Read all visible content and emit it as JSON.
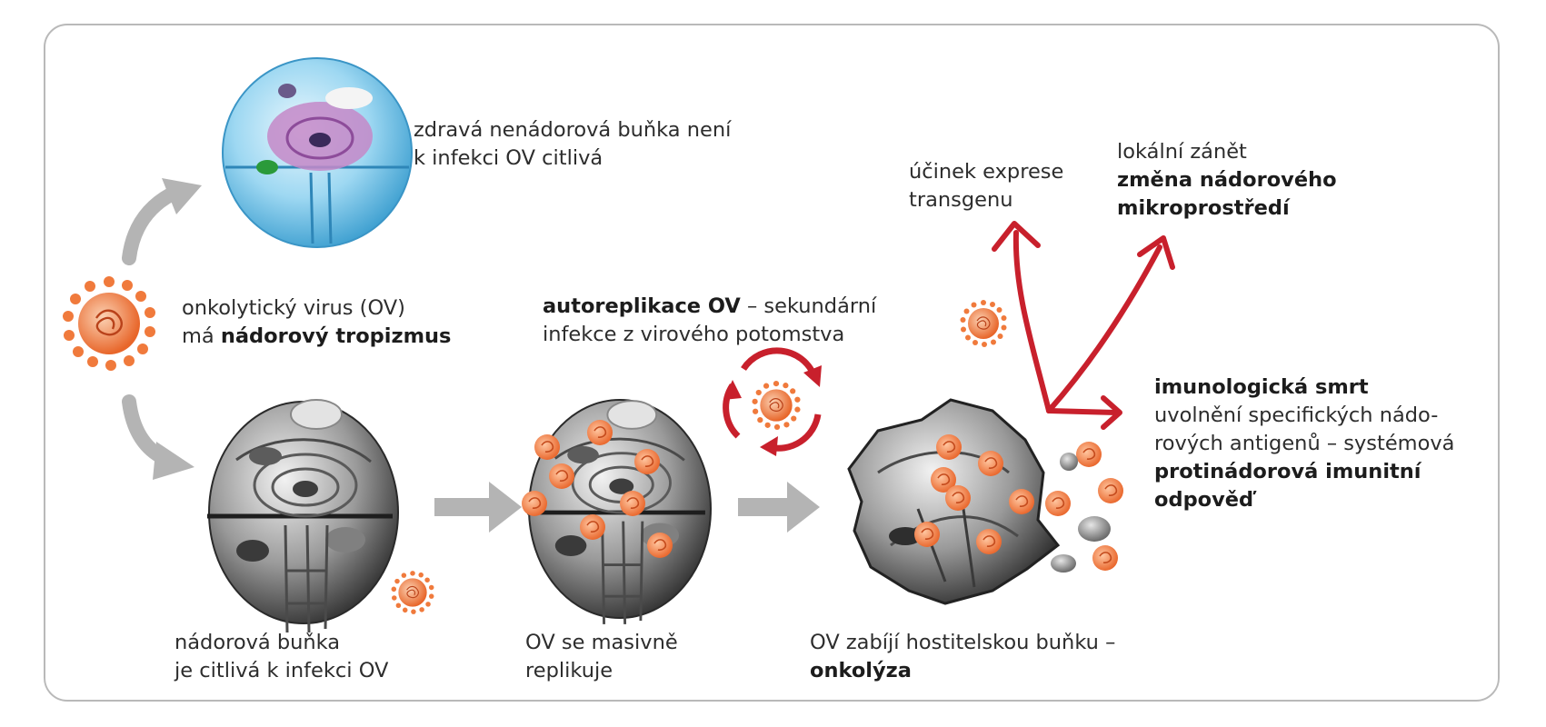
{
  "healthy_cell": {
    "line1": "zdravá nenádorová buňka není",
    "line2": "k infekci OV citlivá"
  },
  "oncolytic_virus": {
    "line1": "onkolytický virus (OV)",
    "line2_pre": "má ",
    "line2_bold": "nádorový tropizmus"
  },
  "autoreplication": {
    "bold": "autoreplikace OV",
    "rest": " – sekundární",
    "line2": "infekce z virového potomstva"
  },
  "transgene": {
    "line1": "účinek exprese",
    "line2": "transgenu"
  },
  "local_inflammation": {
    "line1": "lokální zánět",
    "line2": "změna nádorového",
    "line3": "mikroprostředí"
  },
  "immunologic_death": {
    "title": "imunologická smrt",
    "line2": "uvolnění specifických nádo-",
    "line3": "rových antigenů – systémová",
    "line4": "protinádorová imunitní",
    "line5": "odpověď"
  },
  "tumor_cell": {
    "line1": "nádorová buňka",
    "line2": "je citlivá k infekci OV"
  },
  "replication": {
    "line1": "OV se masivně",
    "line2": "replikuje"
  },
  "oncolysis": {
    "line1": "OV zabíjí hostitelskou buňku –",
    "line2": "onkolýza"
  },
  "colors": {
    "virus": "#f07a3c",
    "red_arrow": "#c8202c",
    "gray_arrow": "#b4b4b4",
    "healthy_cell": "#7cc8ec",
    "tumor_cell": "#6a6a6a"
  }
}
